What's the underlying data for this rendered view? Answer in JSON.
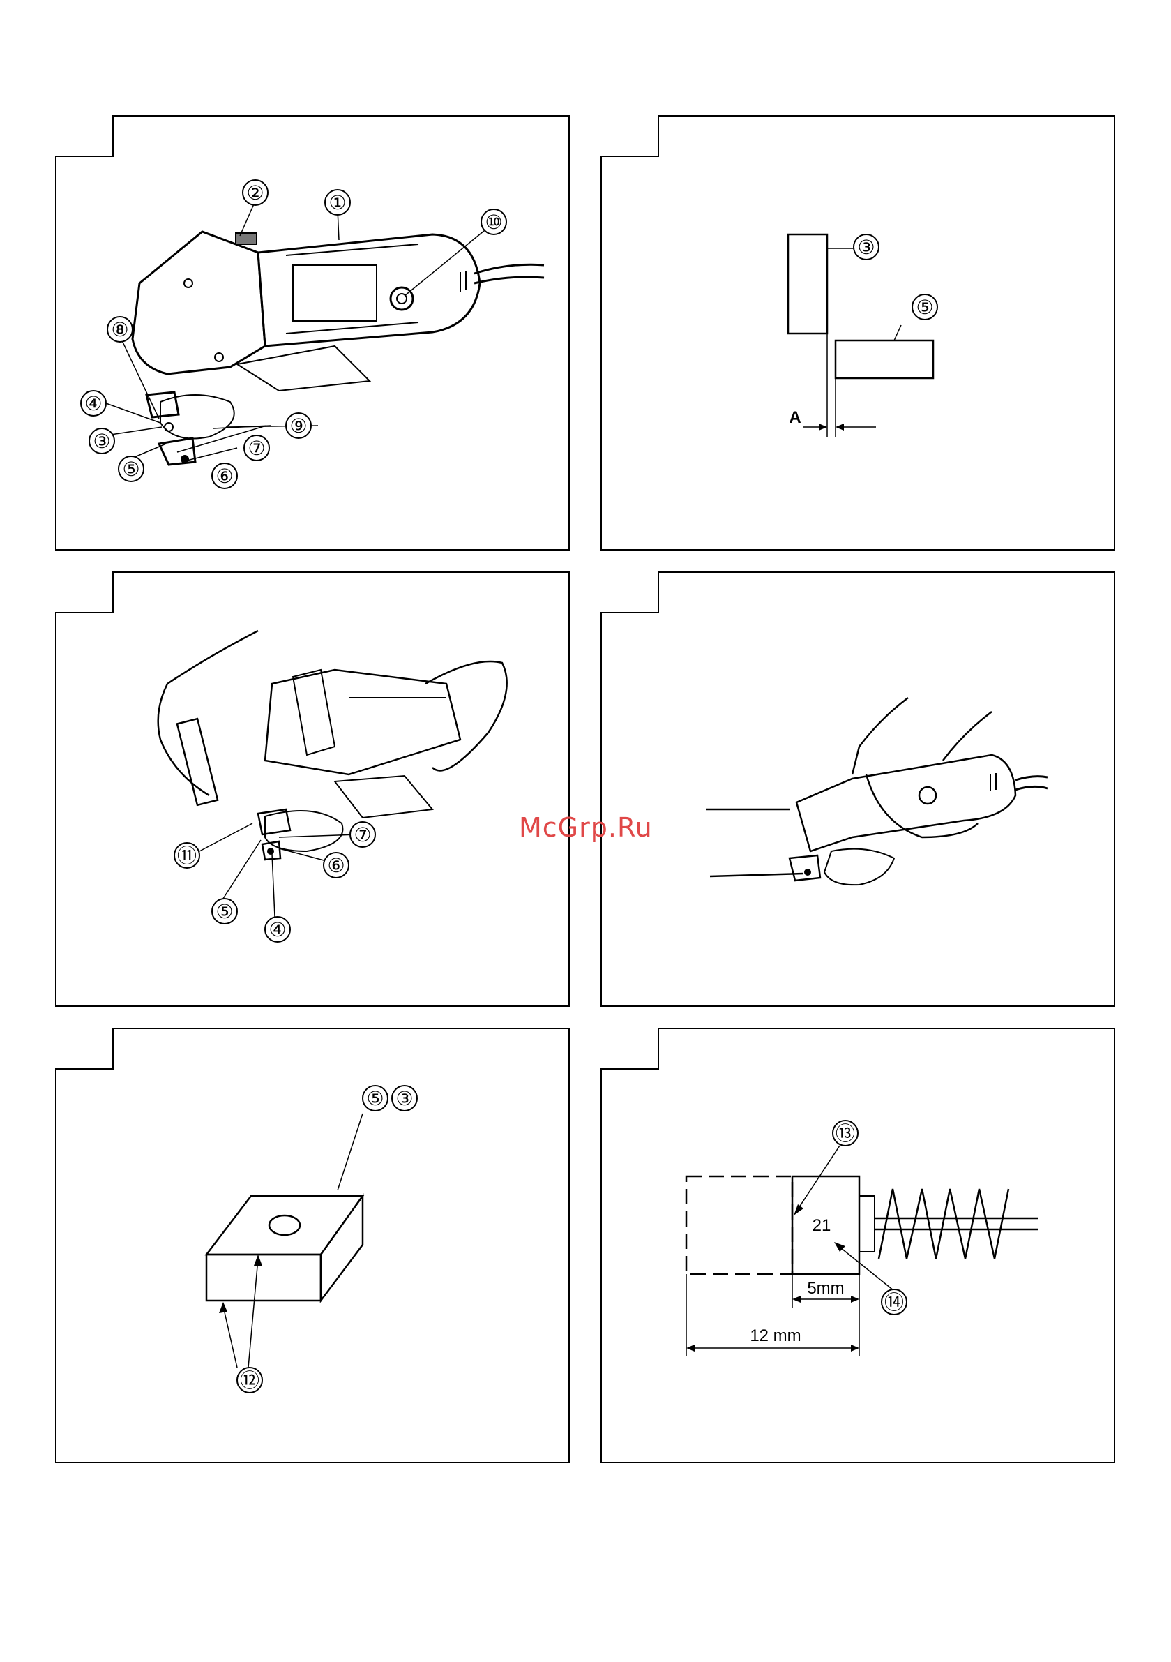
{
  "watermark": "McGrp.Ru",
  "panel1": {
    "callouts": [
      "①",
      "②",
      "③",
      "④",
      "⑤",
      "⑥",
      "⑦",
      "⑧",
      "⑨",
      "⑩"
    ]
  },
  "panel2": {
    "callouts": [
      "③",
      "⑤"
    ],
    "dimension_label": "A"
  },
  "panel3": {
    "callouts": [
      "⑪",
      "⑤",
      "⑦",
      "⑥",
      "④"
    ]
  },
  "panel4": {
    "callouts": []
  },
  "panel5": {
    "callouts": [
      "⑤",
      "③",
      "⑫"
    ]
  },
  "panel6": {
    "callouts": [
      "⑬",
      "⑭"
    ],
    "brush_number": "21",
    "dim_small": "5mm",
    "dim_large": "12 mm"
  }
}
